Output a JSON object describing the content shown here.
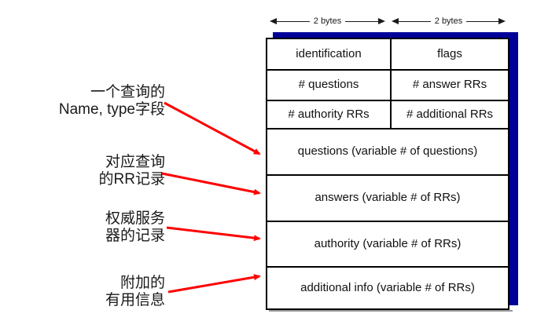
{
  "diagram": {
    "byte_arrows": {
      "left_label": "2 bytes",
      "right_label": "2 bytes"
    },
    "table": {
      "header_rows": [
        {
          "left": "identification",
          "right": "flags"
        },
        {
          "left": "# questions",
          "right": "# answer RRs"
        },
        {
          "left": "# authority RRs",
          "right": "# additional RRs"
        }
      ],
      "section_rows": [
        {
          "label": "questions (variable # of questions)"
        },
        {
          "label": "answers (variable # of RRs)"
        },
        {
          "label": "authority (variable # of RRs)"
        },
        {
          "label": "additional info (variable # of RRs)"
        }
      ]
    },
    "annotations": [
      {
        "line1": "一个查询的",
        "line2": "Name, type字段"
      },
      {
        "line1": "对应查询",
        "line2": "的RR记录"
      },
      {
        "line1": "权威服务",
        "line2": "器的记录"
      },
      {
        "line1": "附加的",
        "line2": "有用信息"
      }
    ],
    "colors": {
      "shadow_blue": "#000099",
      "arrow_red": "#ff0000",
      "border_black": "#000000"
    }
  }
}
